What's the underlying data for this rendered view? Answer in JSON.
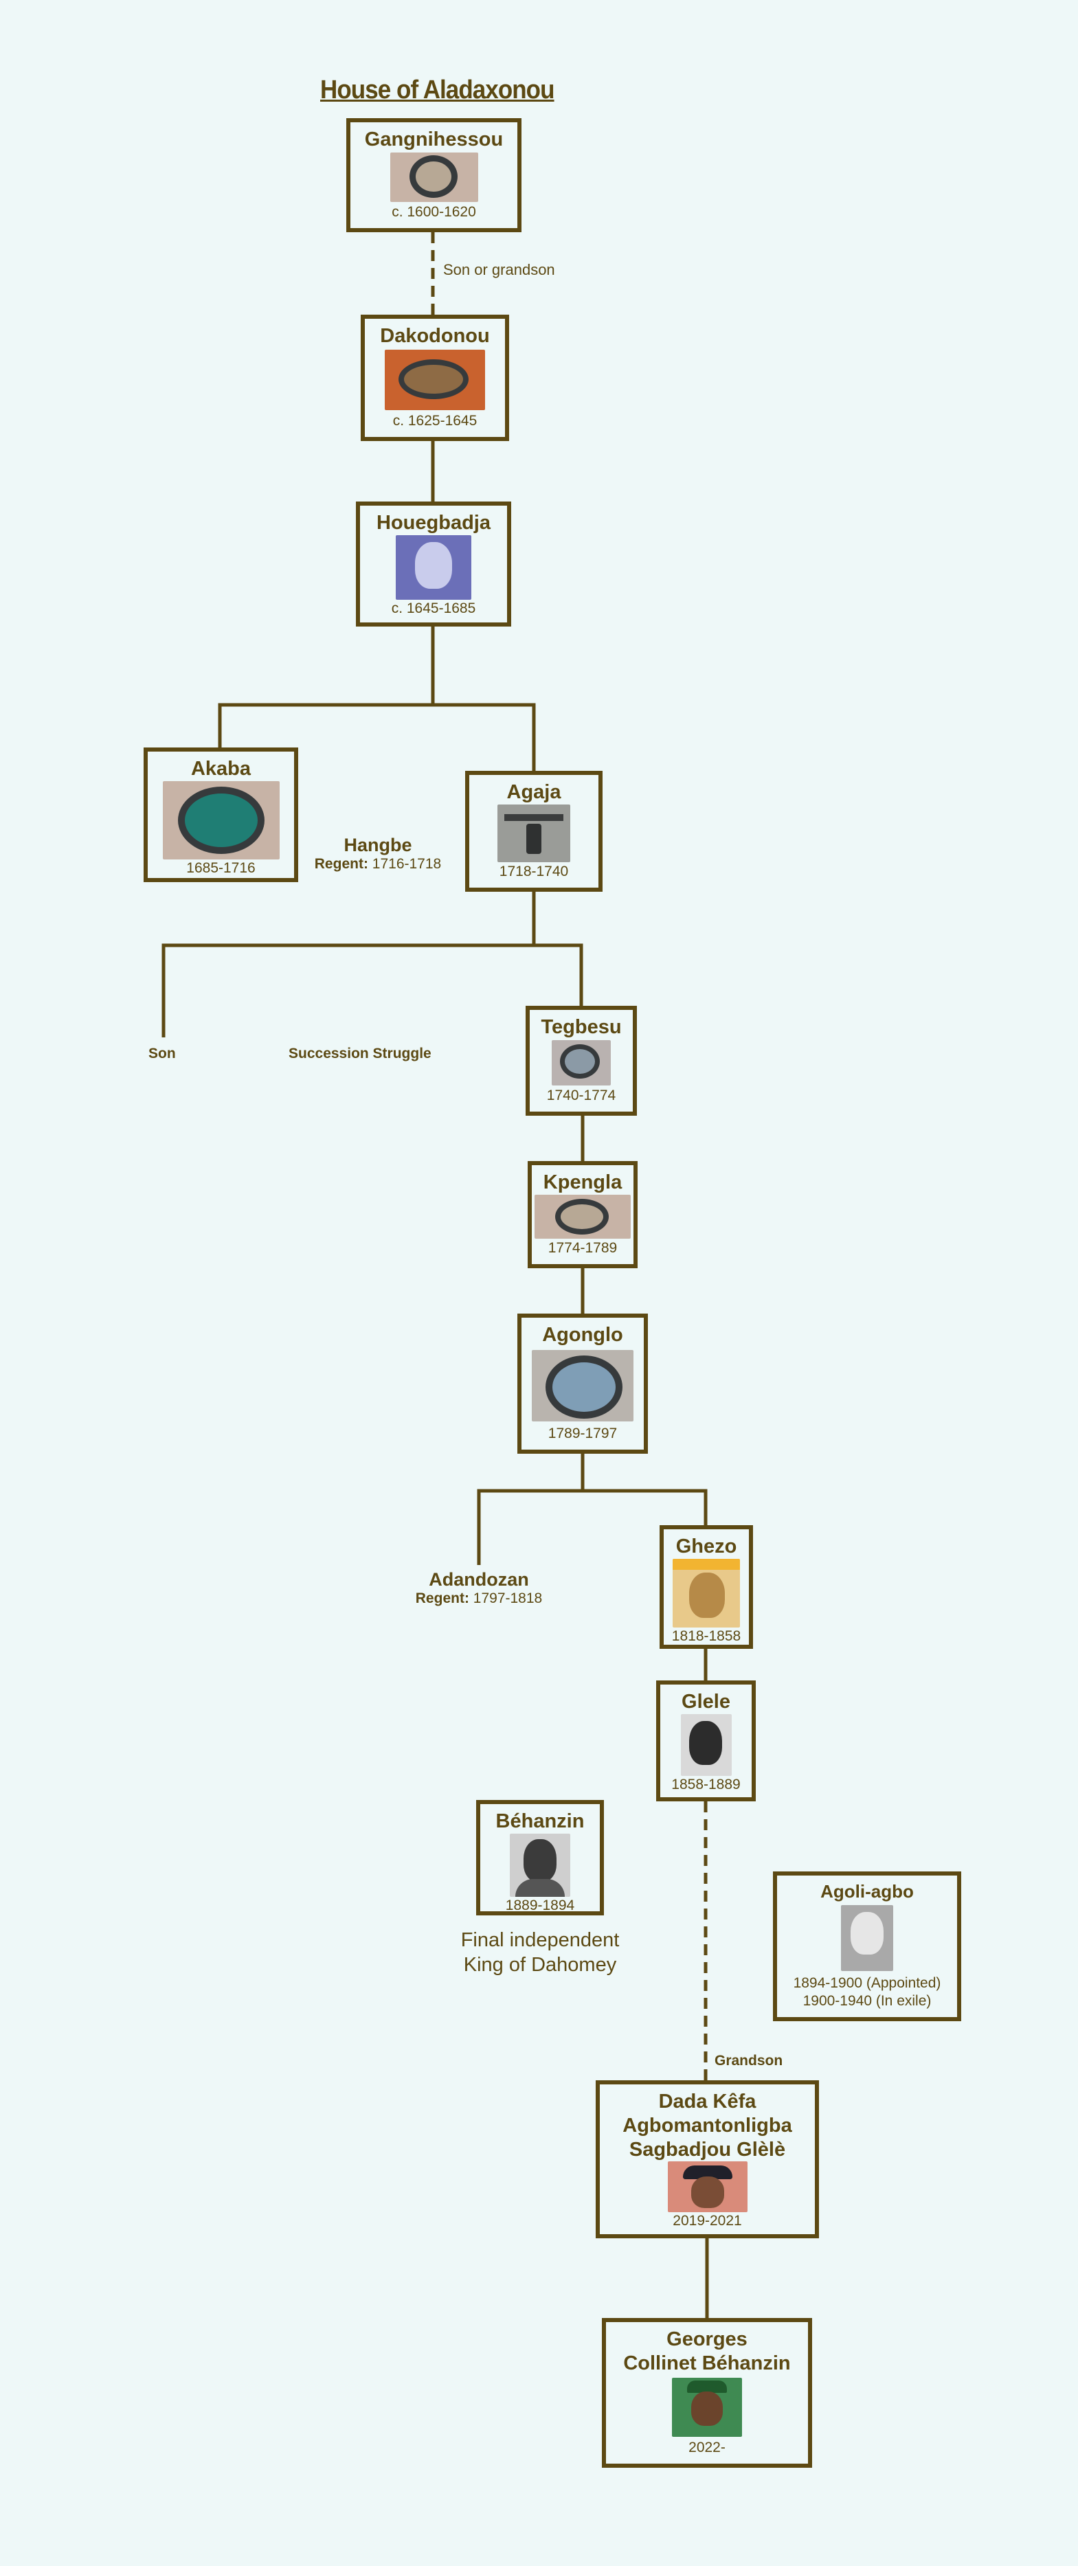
{
  "title": "House of Aladaxonou",
  "rulers": {
    "gangnihessou": {
      "name": "Gangnihessou",
      "dates": "c. 1600-1620"
    },
    "dakodonou": {
      "name": "Dakodonou",
      "dates": "c. 1625-1645"
    },
    "houegbadja": {
      "name": "Houegbadja",
      "dates": "c. 1645-1685"
    },
    "akaba": {
      "name": "Akaba",
      "dates": "1685-1716"
    },
    "agaja": {
      "name": "Agaja",
      "dates": "1718-1740"
    },
    "tegbesu": {
      "name": "Tegbesu",
      "dates": "1740-1774"
    },
    "kpengla": {
      "name": "Kpengla",
      "dates": "1774-1789"
    },
    "agonglo": {
      "name": "Agonglo",
      "dates": "1789-1797"
    },
    "ghezo": {
      "name": "Ghezo",
      "dates": "1818-1858"
    },
    "glele": {
      "name": "Glele",
      "dates": "1858-1889"
    },
    "behanzin": {
      "name": "Béhanzin",
      "dates": "1889-1894"
    },
    "agoliagbo": {
      "name": "Agoli-agbo",
      "dates_1": "1894-1900 (Appointed)",
      "dates_2": "1900-1940 (In exile)"
    },
    "dadakefa": {
      "name_1": "Dada Kêfa",
      "name_2": "Agbomantonligba",
      "name_3": "Sagbadjou Glèlè",
      "dates": "2019-2021"
    },
    "georges": {
      "name_1": "Georges",
      "name_2": "Collinet Béhanzin",
      "dates": "2022-"
    }
  },
  "regents": {
    "hangbe": {
      "name": "Hangbe",
      "regent_label": "Regent:",
      "dates": "1716-1718"
    },
    "adandozan": {
      "name": "Adandozan",
      "regent_label": "Regent:",
      "dates": "1797-1818"
    }
  },
  "labels": {
    "son_or_grandson": "Son or grandson",
    "son": "Son",
    "succession_struggle": "Succession Struggle",
    "grandson": "Grandson",
    "final_king_1": "Final independent",
    "final_king_2": "King of Dahomey"
  },
  "colors": {
    "line": "#5c4913",
    "background": "#eef8f8",
    "text": "#5c4913"
  }
}
